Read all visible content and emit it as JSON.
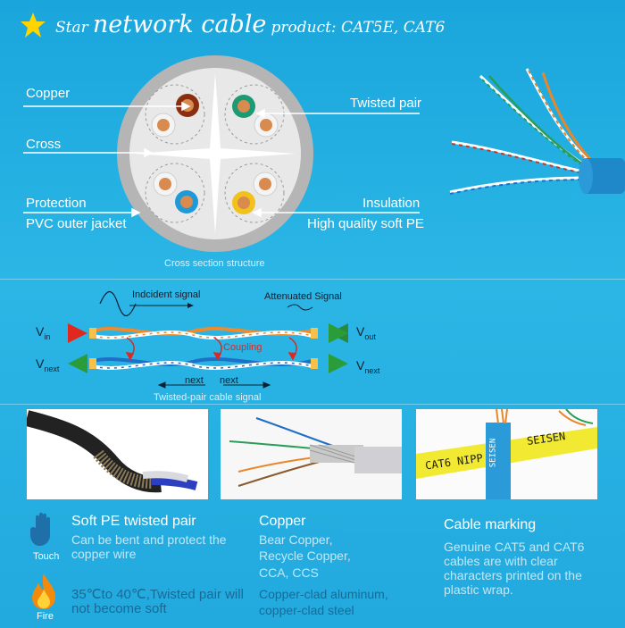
{
  "title": {
    "prefix": "Star",
    "main": "network cable",
    "suffix": "product: CAT5E, CAT6"
  },
  "cross_section": {
    "labels": {
      "copper": "Copper",
      "cross": "Cross",
      "protection": "Protection",
      "jacket": "PVC outer jacket",
      "twisted_pair": "Twisted pair",
      "insulation": "Insulation",
      "soft_pe": "High quality soft PE"
    },
    "caption": "Cross section structure"
  },
  "signal": {
    "incident": "Indcident signal",
    "attenuated": "Attenuated Signal",
    "coupling": "Coupling",
    "v_in": "V",
    "v_in_sub": "in",
    "v_out": "V",
    "v_out_sub": "out",
    "v_next_left": "V",
    "v_next_left_sub": "next",
    "v_next_right": "V",
    "v_next_right_sub": "next",
    "next_left": "next",
    "next_right": "next",
    "caption": "Twisted-pair cable signal"
  },
  "features": [
    {
      "title": "Soft PE twisted pair",
      "desc": "Can be bent and protect the copper wire",
      "icon_label": "Touch",
      "icon": "hand-icon"
    },
    {
      "title": "",
      "desc": "35℃to 40℃,Twisted pair will not become soft",
      "icon_label": "Fire",
      "icon": "fire-icon"
    }
  ],
  "copper": {
    "title": "Copper",
    "lines": [
      "Bear Copper,",
      "Recycle Copper,",
      "CCA, CCS",
      "Copper-clad aluminum,",
      "copper-clad steel"
    ]
  },
  "marking": {
    "title": "Cable marking",
    "desc": "Genuine CAT5 and CAT6 cables are with clear characters printed on the plastic wrap.",
    "print_text": "CAT6 NIPP",
    "print_text_2": "SEISEN",
    "print_text_3": "SEISEN"
  },
  "colors": {
    "background": "#27b2e3",
    "jacket": "#bdbdbd",
    "cable_blue": "#1e88c8",
    "star": "#ffd400"
  }
}
